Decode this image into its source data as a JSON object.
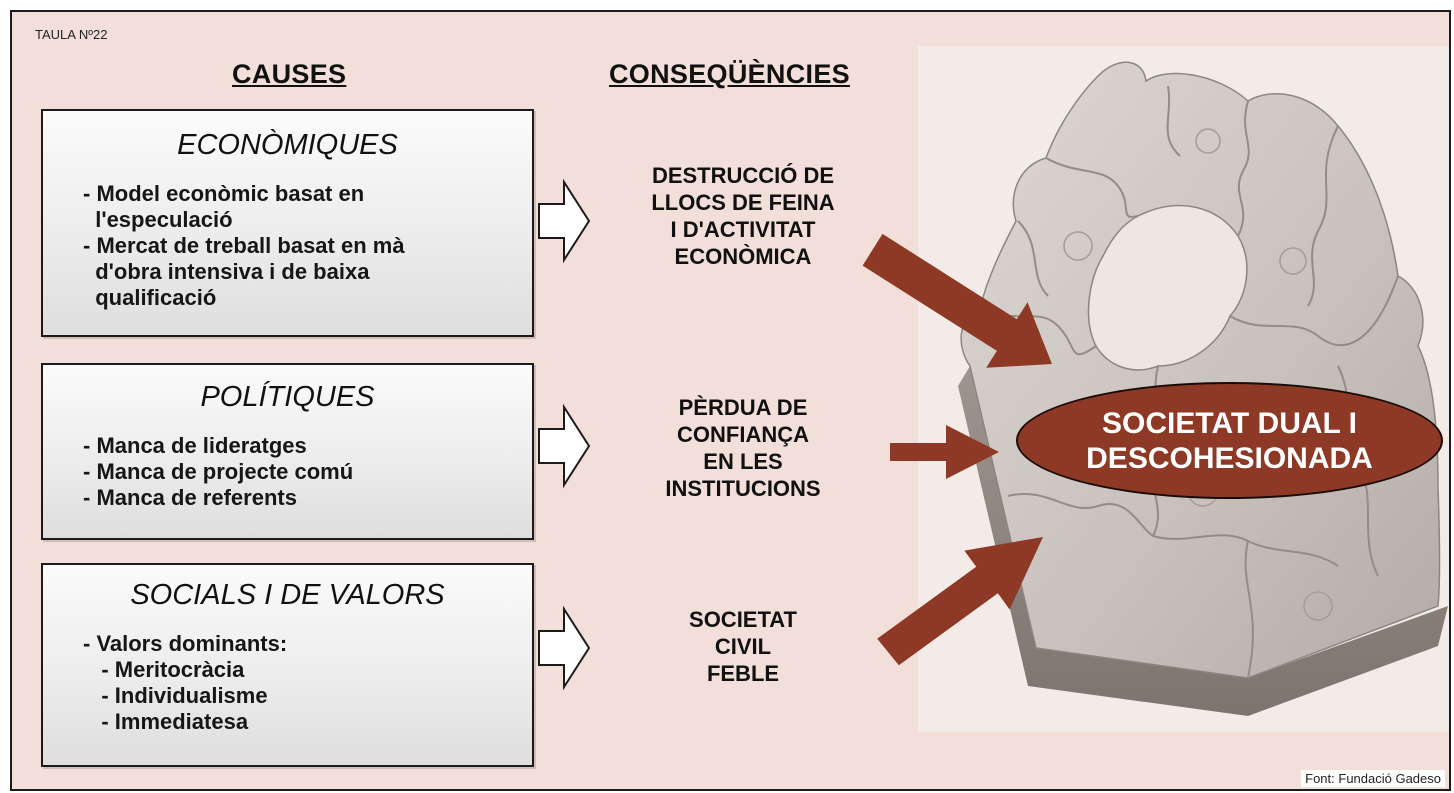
{
  "table_label": "TAULA Nº22",
  "headers": {
    "causes": "CAUSES",
    "consequences": "CONSEQÜÈNCIES"
  },
  "causes": [
    {
      "title": "ECONÒMIQUES",
      "items": [
        "- Model econòmic basat en",
        "  l'especulació",
        "- Mercat de treball basat en mà",
        "  d'obra intensiva i de baixa",
        "  qualificació"
      ]
    },
    {
      "title": "POLÍTIQUES",
      "items": [
        "- Manca de lideratges",
        "- Manca de projecte comú",
        "- Manca de referents"
      ]
    },
    {
      "title": "SOCIALS I DE VALORS",
      "items": [
        "- Valors dominants:",
        "   - Meritocràcia",
        "   - Individualisme",
        "   - Immediatesa"
      ]
    }
  ],
  "consequences": [
    {
      "lines": [
        "DESTRUCCIÓ DE",
        "LLOCS DE FEINA",
        "I D'ACTIVITAT",
        "ECONÒMICA"
      ]
    },
    {
      "lines": [
        "PÈRDUA DE",
        "CONFIANÇA",
        "EN LES",
        "INSTITUCIONS"
      ]
    },
    {
      "lines": [
        "SOCIETAT",
        "CIVIL",
        "FEBLE"
      ]
    }
  ],
  "result": {
    "lines": [
      "SOCIETAT DUAL I",
      "DESCOHESIONADA"
    ]
  },
  "source": "Font: Fundació Gadeso",
  "colors": {
    "background": "#f2dfd9",
    "arrow": "#8e3925",
    "box_border": "#1b1b1b",
    "result_fill": "#8e3925"
  },
  "icons": [
    "hollow-arrow-icon",
    "puzzle-icon",
    "red-arrow-icon"
  ]
}
